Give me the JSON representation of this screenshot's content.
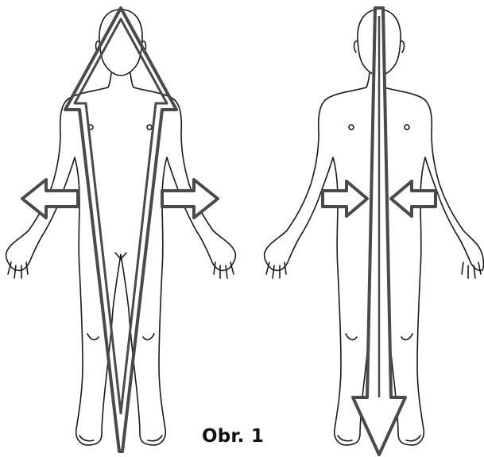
{
  "figure": {
    "caption": "Obr. 1",
    "body_outline_color": "#1a1a1a",
    "arrow_color": "#4a4a4a",
    "arrow_fill": "#ffffff",
    "left_figure": {
      "arrows": [
        "outward-left-arrow",
        "outward-right-arrow",
        "inverted-triangle-shape"
      ]
    },
    "right_figure": {
      "arrows": [
        "inward-right-arrow",
        "inward-left-arrow",
        "downward-center-arrow"
      ]
    }
  }
}
